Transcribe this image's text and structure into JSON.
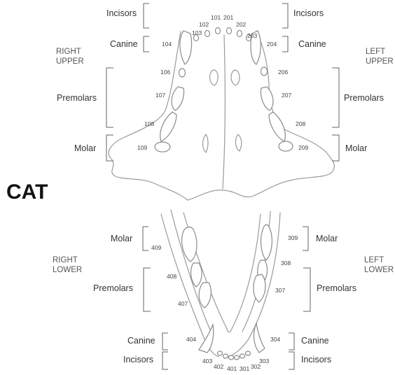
{
  "title": "CAT",
  "quadrants": {
    "right_upper": [
      "RIGHT",
      "UPPER"
    ],
    "left_upper": [
      "LEFT",
      "UPPER"
    ],
    "right_lower": [
      "RIGHT",
      "LOWER"
    ],
    "left_lower": [
      "LEFT",
      "LOWER"
    ]
  },
  "groups": {
    "incisors": "Incisors",
    "canine": "Canine",
    "premolars": "Premolars",
    "molar": "Molar"
  },
  "teeth": {
    "upper_right": [
      "101",
      "102",
      "103",
      "104",
      "106",
      "107",
      "108",
      "109"
    ],
    "upper_left": [
      "201",
      "202",
      "203",
      "204",
      "206",
      "207",
      "208",
      "209"
    ],
    "lower_left": [
      "301",
      "302",
      "303",
      "304",
      "307",
      "308",
      "309"
    ],
    "lower_right": [
      "401",
      "402",
      "403",
      "404",
      "407",
      "408",
      "409"
    ]
  }
}
